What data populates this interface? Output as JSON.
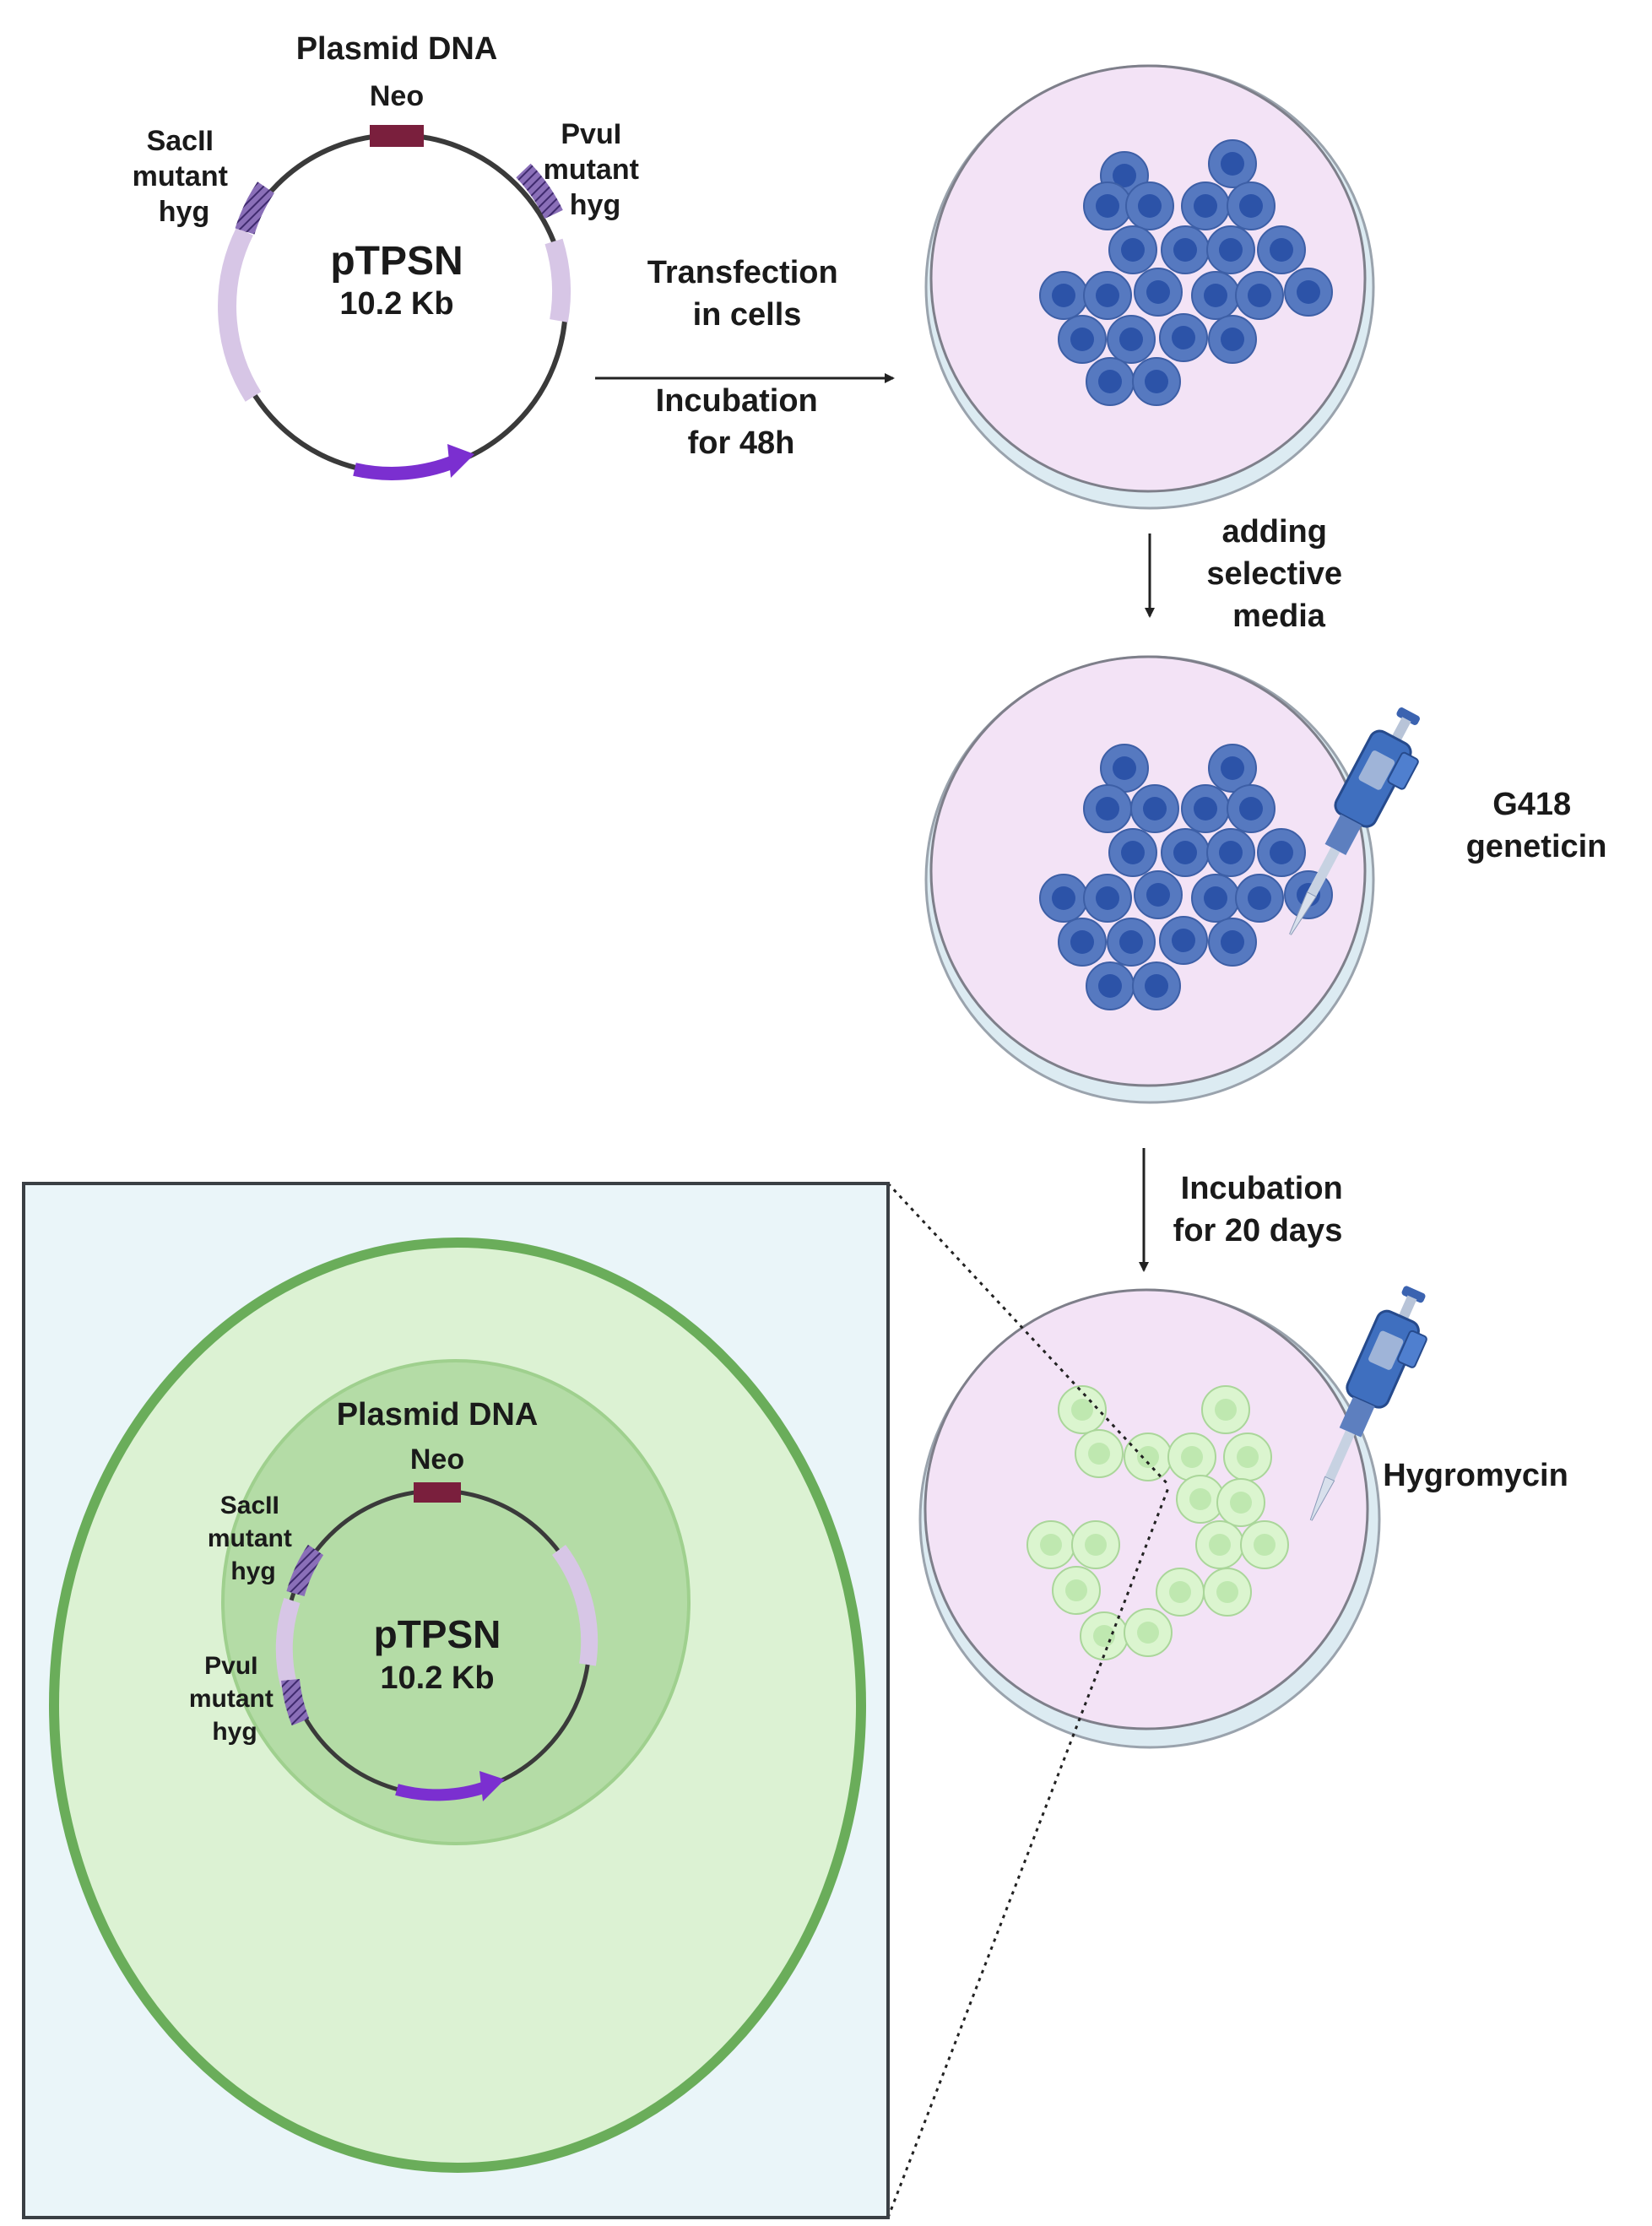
{
  "plasmid_top": {
    "heading": "Plasmid DNA",
    "name": "pTPSN",
    "size": "10.2 Kb",
    "neo_label": "Neo",
    "sacii_label": [
      "SacII",
      "mutant",
      "hyg"
    ],
    "pvui_label": [
      "PvuI",
      "mutant",
      "hyg"
    ]
  },
  "steps": {
    "transfection": [
      "Transfection",
      "in cells"
    ],
    "incubation_48h": [
      "Incubation",
      "for 48h"
    ],
    "selective_media": [
      "adding",
      "selective",
      "media"
    ],
    "incubation_20d": [
      "Incubation",
      "for 20 days"
    ]
  },
  "reagents": {
    "g418": [
      "G418",
      "geneticin"
    ],
    "hygromycin": "Hygromycin"
  },
  "inset": {
    "heading": "Plasmid DNA",
    "name": "pTPSN",
    "size": "10.2 Kb",
    "neo_label": "Neo",
    "sacii_label": [
      "SacII",
      "mutant",
      "hyg"
    ],
    "pvui_label": [
      "PvuI",
      "mutant",
      "hyg"
    ]
  },
  "colors": {
    "neo_marker": "#7a1f3d",
    "hyg_segment": "#d7c6e6",
    "hatched_site": "#5b3f8c",
    "promoter_arrow": "#7b2fd0",
    "dish_medium": "#f3e3f6",
    "dish_rim": "#dcebf2",
    "cell_blue_outer": "#5679c0",
    "cell_blue_inner": "#2c53a8",
    "cell_green_outer": "#dbf5cf",
    "cell_green_inner": "#bfe8b0",
    "inset_background": "#eaf5f9",
    "inset_cell_outer": "#dcf2d3",
    "inset_cell_border": "#6aad5a",
    "inset_nucleus": "#b4dca6"
  }
}
